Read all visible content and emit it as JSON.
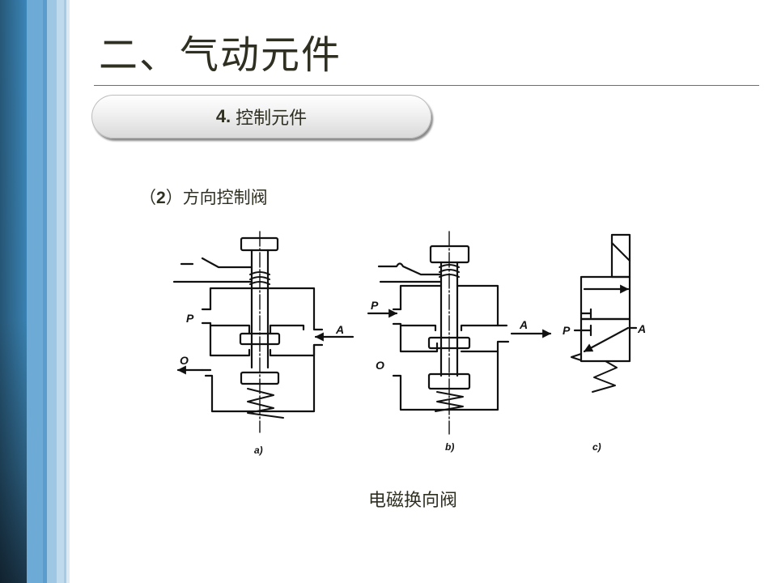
{
  "slide": {
    "title": "二、气动元件",
    "section_pill": {
      "number": "4.",
      "label": "控制元件"
    },
    "subheading": {
      "prefix": "（",
      "number": "2",
      "suffix": "）",
      "text": "方向控制阀"
    },
    "figure": {
      "panels": [
        {
          "id": "a",
          "caption": "a)",
          "port_labels": [
            "P",
            "A",
            "O"
          ]
        },
        {
          "id": "b",
          "caption": "b)",
          "port_labels": [
            "P",
            "A",
            "O"
          ]
        },
        {
          "id": "c",
          "caption": "c)",
          "port_labels": [
            "P",
            "A"
          ]
        }
      ]
    },
    "caption": "电磁换向阀"
  },
  "colors": {
    "text": "#2f2f22",
    "rule": "#3d7f96",
    "stripe_dark": "#3b86b8",
    "stripe_mid": "#6eaad6",
    "stripe_light": "#bfdaec"
  }
}
